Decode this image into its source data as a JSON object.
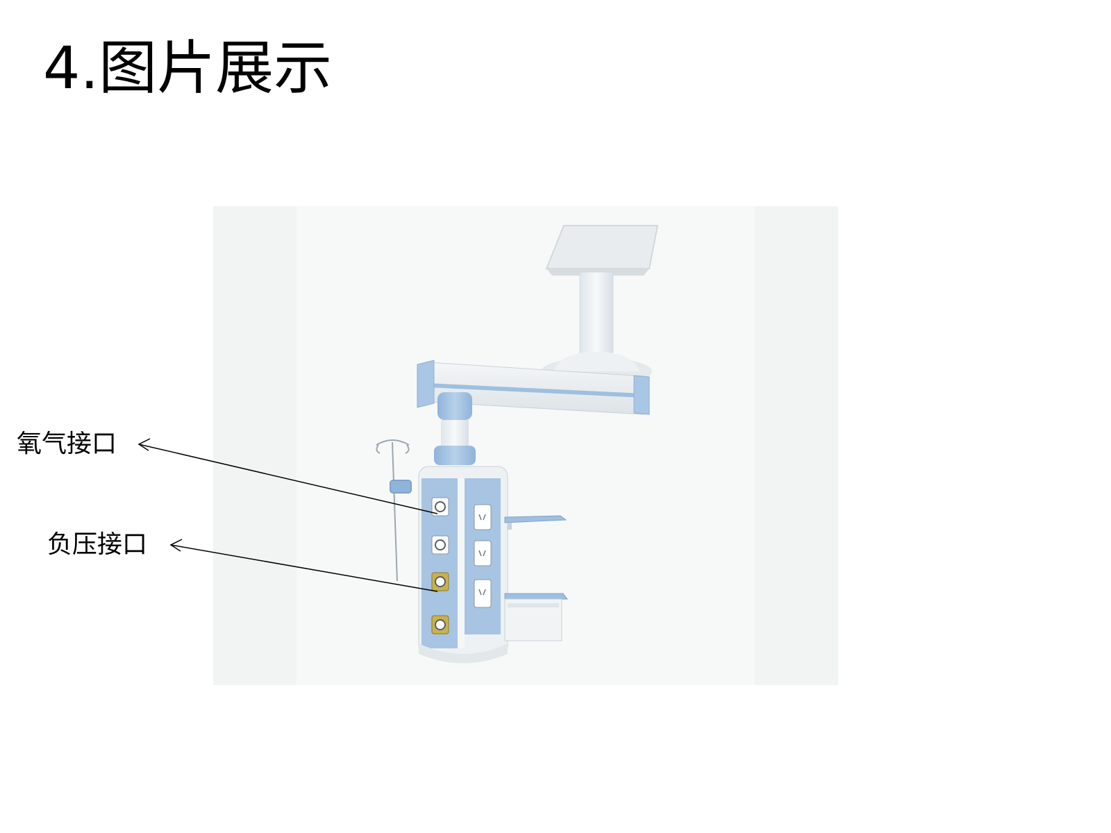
{
  "slide": {
    "title": "4.图片展示"
  },
  "callouts": {
    "oxygen_port": "氧气接口",
    "vacuum_port": "负压接口"
  },
  "photo": {
    "subject": "ceiling-mounted-medical-pendant",
    "colors": {
      "body": "#eef0f0",
      "accent_blue": "#9ebfe0",
      "port_yellow": "#c9b24a",
      "background_tint": "#f6f7f7"
    }
  }
}
